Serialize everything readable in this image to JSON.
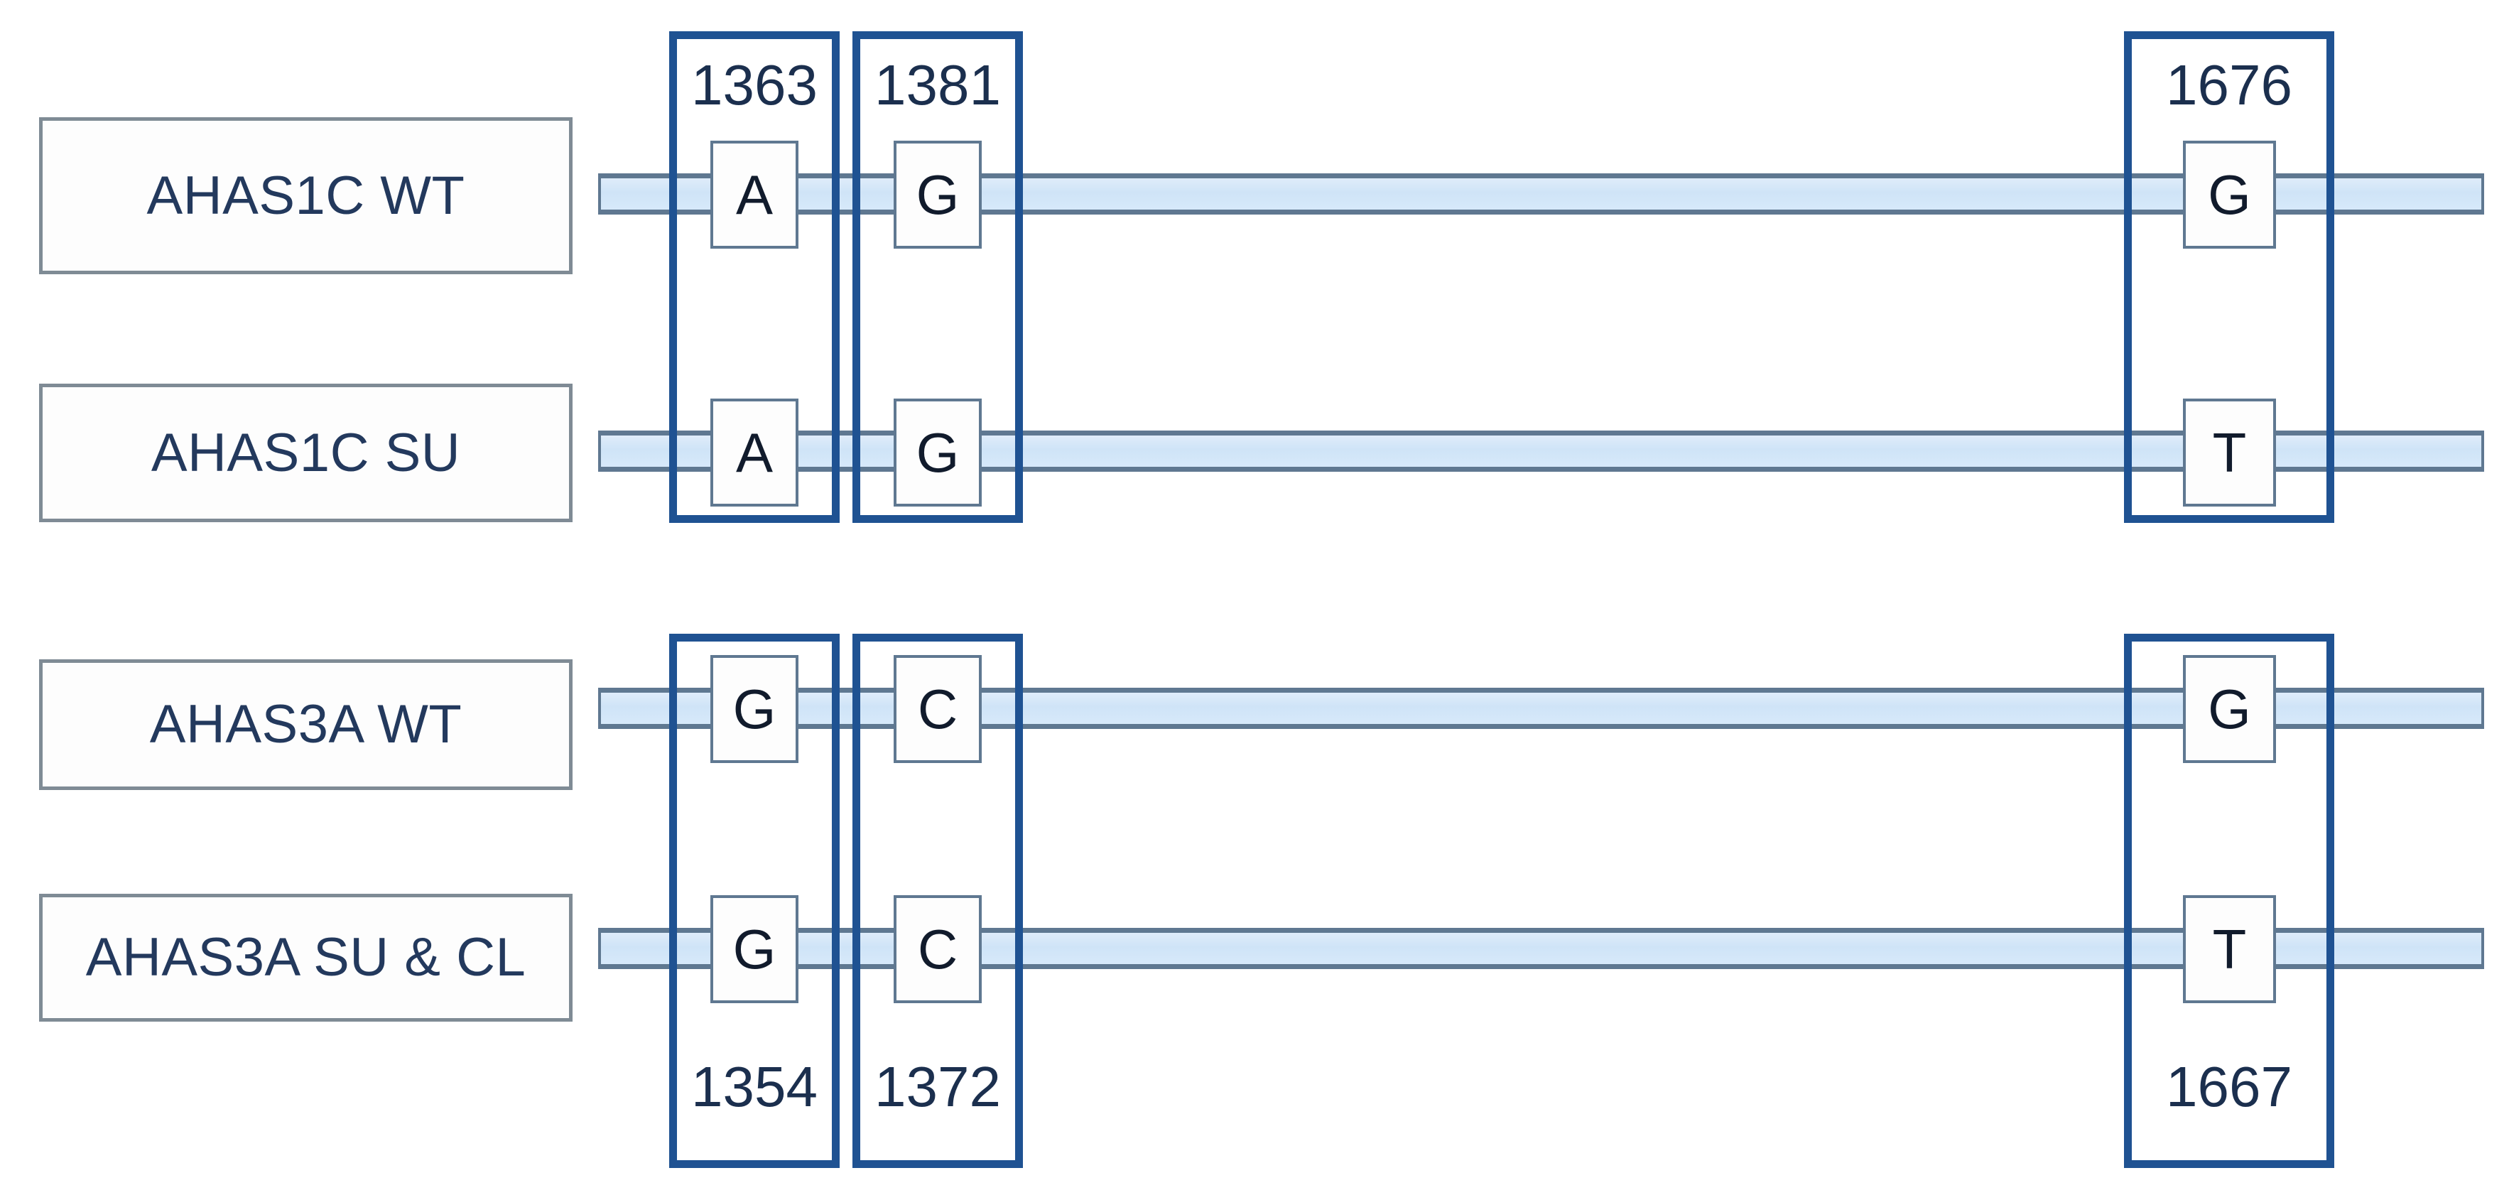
{
  "figure": {
    "type": "gene-haplotype-diagram",
    "colors": {
      "strand_fill": "#d4e7f8",
      "strand_border": "#5f7891",
      "highlight_border": "#1f5292",
      "label_border": "#7f8b95",
      "text": "#23395d"
    }
  },
  "rows": [
    {
      "id": "ahas1c-wt",
      "label": "AHAS1C WT",
      "nucleotides": [
        {
          "position": "1363",
          "base": "A"
        },
        {
          "position": "1381",
          "base": "G"
        },
        {
          "position": "1676",
          "base": "G"
        }
      ]
    },
    {
      "id": "ahas1c-su",
      "label": "AHAS1C SU",
      "nucleotides": [
        {
          "position": "1363",
          "base": "A"
        },
        {
          "position": "1381",
          "base": "G"
        },
        {
          "position": "1676",
          "base": "T"
        }
      ]
    },
    {
      "id": "ahas3a-wt",
      "label": "AHAS3A WT",
      "nucleotides": [
        {
          "position": "1354",
          "base": "G"
        },
        {
          "position": "1372",
          "base": "C"
        },
        {
          "position": "1667",
          "base": "G"
        }
      ]
    },
    {
      "id": "ahas3a-su-cl",
      "label": "AHAS3A SU & CL",
      "nucleotides": [
        {
          "position": "1354",
          "base": "G"
        },
        {
          "position": "1372",
          "base": "C"
        },
        {
          "position": "1667",
          "base": "T"
        }
      ]
    }
  ],
  "top_positions": [
    {
      "value": "1363"
    },
    {
      "value": "1381"
    },
    {
      "value": "1676"
    }
  ],
  "bottom_positions": [
    {
      "value": "1354"
    },
    {
      "value": "1372"
    },
    {
      "value": "1667"
    }
  ]
}
